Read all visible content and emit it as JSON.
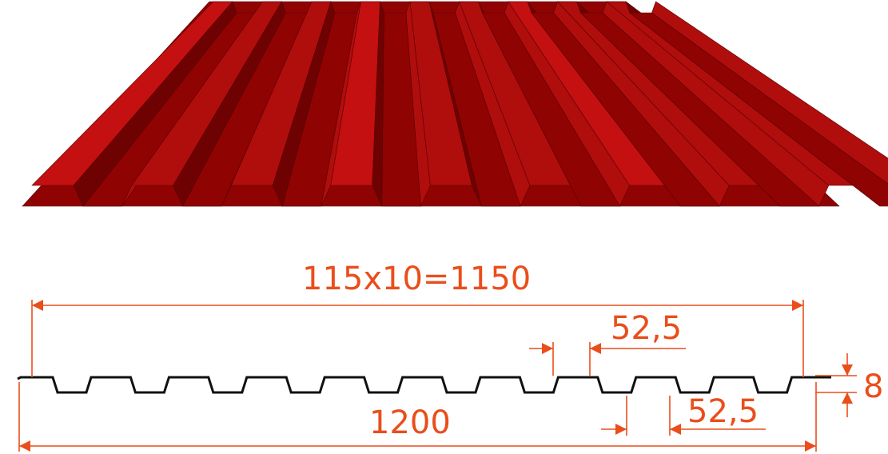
{
  "colors": {
    "sheet_light": "#b00d0d",
    "sheet_mid": "#8f0303",
    "sheet_dark": "#6e0202",
    "sheet_bright": "#c41010",
    "dimension": "#e94e1b",
    "profile": "#111111"
  },
  "dimensions": {
    "total_useful": "115x10=1150",
    "full_width": "1200",
    "rib_top": "52,5",
    "rib_bottom": "52,5",
    "height": "8"
  }
}
